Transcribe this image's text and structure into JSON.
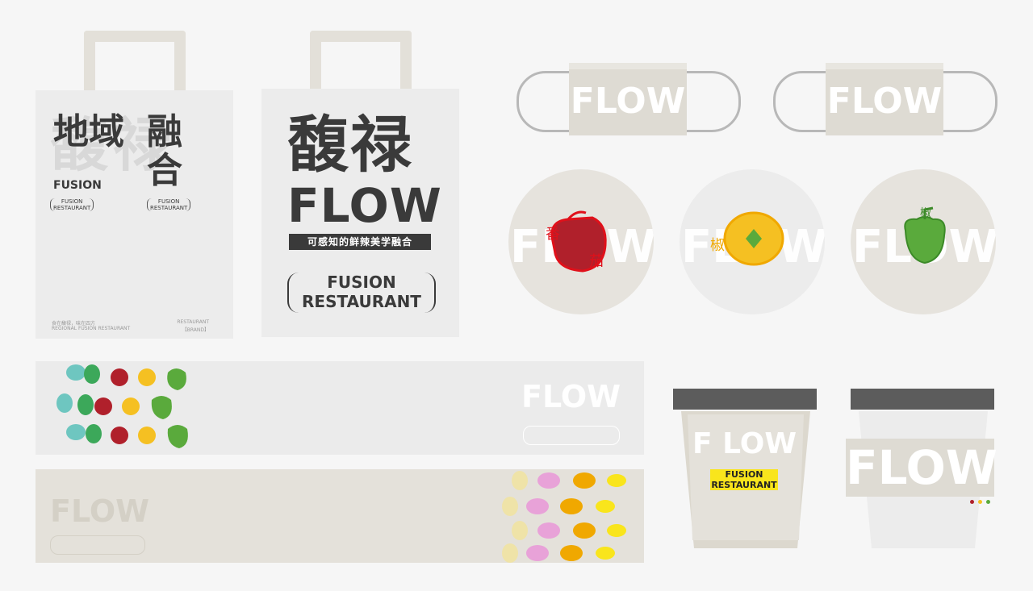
{
  "bag1": {
    "ghost_text": "馥禄",
    "title_a": "地域",
    "title_b": "融",
    "title_c": "合",
    "fusion": "FUSION",
    "paren_a": "FUSION\nRESTAURANT",
    "paren_b": "FUSION\nRESTAURANT",
    "foot_left_1": "食在馥禄，味在四方",
    "foot_left_2": "REGIONAL FUSION RESTAURANT",
    "foot_right_1": "RESTAURANT",
    "foot_right_2": "【BRAND】"
  },
  "bag2": {
    "logo_cjk": "馥禄",
    "logo_en": "FLOW",
    "slogan": "可感知的鲜辣美学融合",
    "fusion": "FUSION",
    "restaurant": "RESTAURANT"
  },
  "masks": [
    {
      "text": "FLOW"
    },
    {
      "text": "FLOW"
    }
  ],
  "badges": [
    {
      "text": "FLOW",
      "char_a": "番",
      "char_b": "茄",
      "fruit": "tomato-icon",
      "color": "#b0202b"
    },
    {
      "text": "FLOW",
      "char_a": "椒",
      "fruit": "yellow-pepper-icon",
      "color": "#f5c022"
    },
    {
      "text": "FLOW",
      "char_a": "椒",
      "fruit": "green-pepper-icon",
      "color": "#5aaa3c"
    }
  ],
  "banner1": {
    "text": "FLOW"
  },
  "banner2": {
    "text": "FLOW"
  },
  "cup1": {
    "text": "F LOW",
    "label_1": "FUSION",
    "label_2": "RESTAURANT"
  },
  "cup2": {
    "text": "FLOW"
  },
  "colors": {
    "accent_yellow": "#f9e51c",
    "lid": "#5c5c5c",
    "cup": "#dcd8ce"
  }
}
